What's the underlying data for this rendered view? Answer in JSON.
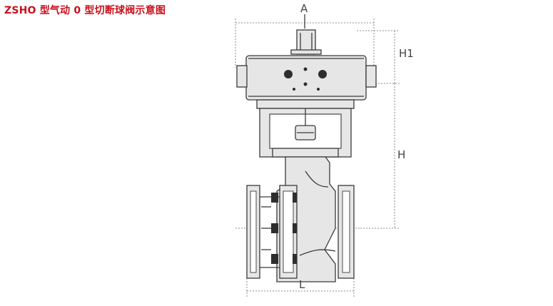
{
  "title": "ZSHO 型气动 0 型切断球阀示意图",
  "dimension_labels": {
    "A": "A",
    "H1": "H1",
    "H": "H",
    "L": "L"
  },
  "colors": {
    "title": "#c8101c",
    "line": "#3a3a3a"
  }
}
